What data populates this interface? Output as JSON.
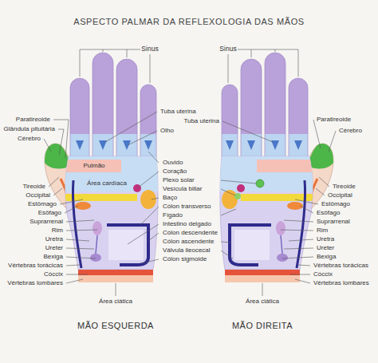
{
  "diagram": {
    "title": "ASPECTO PALMAR DA REFLEXOLOGIA DAS MÃOS",
    "labels": [
      "Sinus",
      "Sinus",
      "Tuba uterina",
      "Tuba uterina",
      "Olho",
      "Paratireoide",
      "Glândula pituitária",
      "Cérebro",
      "Tireoide",
      "Occipital",
      "Estômago",
      "Esôfago",
      "Suprarrenal",
      "Rim",
      "Uretra",
      "Ureter",
      "Bexiga",
      "Vértebras torácicas",
      "Cóccix",
      "Vértebras lombares",
      "Pulmão",
      "Área cardíaca",
      "Ouvido",
      "Coração",
      "Plexo solar",
      "Vesícula biliar",
      "Baço",
      "Cólon transverso",
      "Fígado",
      "Intestino delgado",
      "Cólon descendente",
      "Cólon ascendente",
      "Válvula ileocecal",
      "Cólon sigmoide",
      "Paratireoide",
      "Cérebro",
      "Tireoide",
      "Occipital",
      "Estômago",
      "Esôfago",
      "Suprarrenal",
      "Rim",
      "Uretra",
      "Ureter",
      "Bexiga",
      "Vértebras torácicas",
      "Cóccix",
      "Vértebras lombares",
      "Área ciática",
      "Área ciática",
      "MÃO ESQUERDA",
      "MÃO DIREITA"
    ]
  }
}
